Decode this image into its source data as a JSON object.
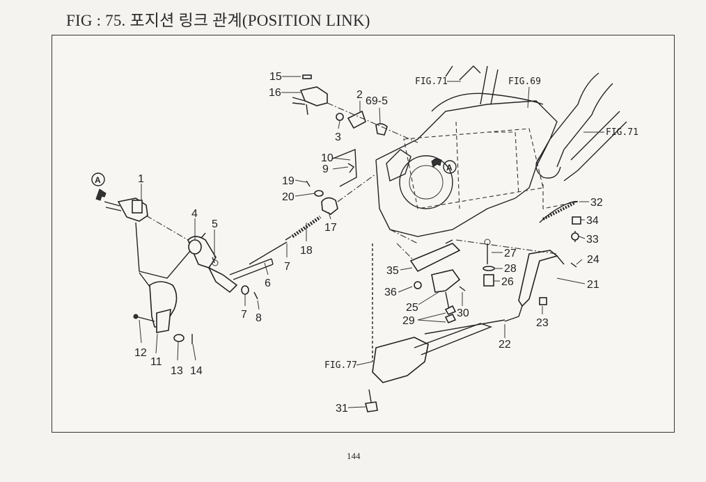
{
  "header": {
    "title": "FIG : 75. 포지션 링크 관계(POSITION LINK)"
  },
  "footer": {
    "page_number": "144"
  },
  "callouts": {
    "n1": "1",
    "n2": "2",
    "n3": "3",
    "n4": "4",
    "n5": "5",
    "n6": "6",
    "n7a": "7",
    "n7b": "7",
    "n8": "8",
    "n9": "9",
    "n10": "10",
    "n11": "11",
    "n12": "12",
    "n13": "13",
    "n14": "14",
    "n15": "15",
    "n16": "16",
    "n17": "17",
    "n18": "18",
    "n19": "19",
    "n20": "20",
    "n21": "21",
    "n22": "22",
    "n23": "23",
    "n24": "24",
    "n25": "25",
    "n26": "26",
    "n27": "27",
    "n28": "28",
    "n29": "29",
    "n30": "30",
    "n31": "31",
    "n32": "32",
    "n33": "33",
    "n34": "34",
    "n35": "35",
    "n36": "36",
    "n695": "69-5"
  },
  "figure_refs": {
    "fig71a": "FIG.71",
    "fig69": "FIG.69",
    "fig71b": "FIG.71",
    "fig77": "FIG.77"
  },
  "markers": {
    "marker_a_left": "A",
    "marker_a_right": "A"
  }
}
